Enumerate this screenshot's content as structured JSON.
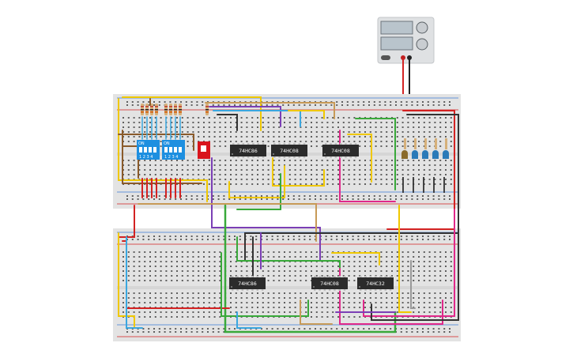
{
  "colors": {
    "board": "#e3e3e3",
    "hole": "#5f5f5f",
    "chip": "#2b2b2b",
    "dip_switch": "#1d8fe0",
    "slide_switch": "#d9141c",
    "rail_red": "#d32222",
    "rail_blue": "#3a7bd5",
    "power_supply": "#dfe1e3"
  },
  "power_supply": {
    "name": "power-supply",
    "screens": 2
  },
  "dip_switches": [
    {
      "label": "ON",
      "numbers": "1 2 3 4"
    },
    {
      "label": "ON",
      "numbers": "1 2 3 4"
    }
  ],
  "top_chips": [
    {
      "part": "74HC86"
    },
    {
      "part": "74HC08"
    },
    {
      "part": "74HC08"
    }
  ],
  "bottom_chips": [
    {
      "part": "74HC86"
    },
    {
      "part": "74HC08"
    },
    {
      "part": "74HC32"
    }
  ],
  "leds": [
    {
      "color": "#8a6a2a"
    },
    {
      "color": "#2a7ab8"
    },
    {
      "color": "#2a7ab8"
    },
    {
      "color": "#2a7ab8"
    },
    {
      "color": "#2a7ab8"
    }
  ],
  "wire_colors": [
    "#c79a57",
    "#f0c800",
    "#7b3fb5",
    "#39a93a",
    "#e0288a",
    "#d32222",
    "#333333",
    "#3aa7e0",
    "#8a5a2a",
    "#999999"
  ]
}
